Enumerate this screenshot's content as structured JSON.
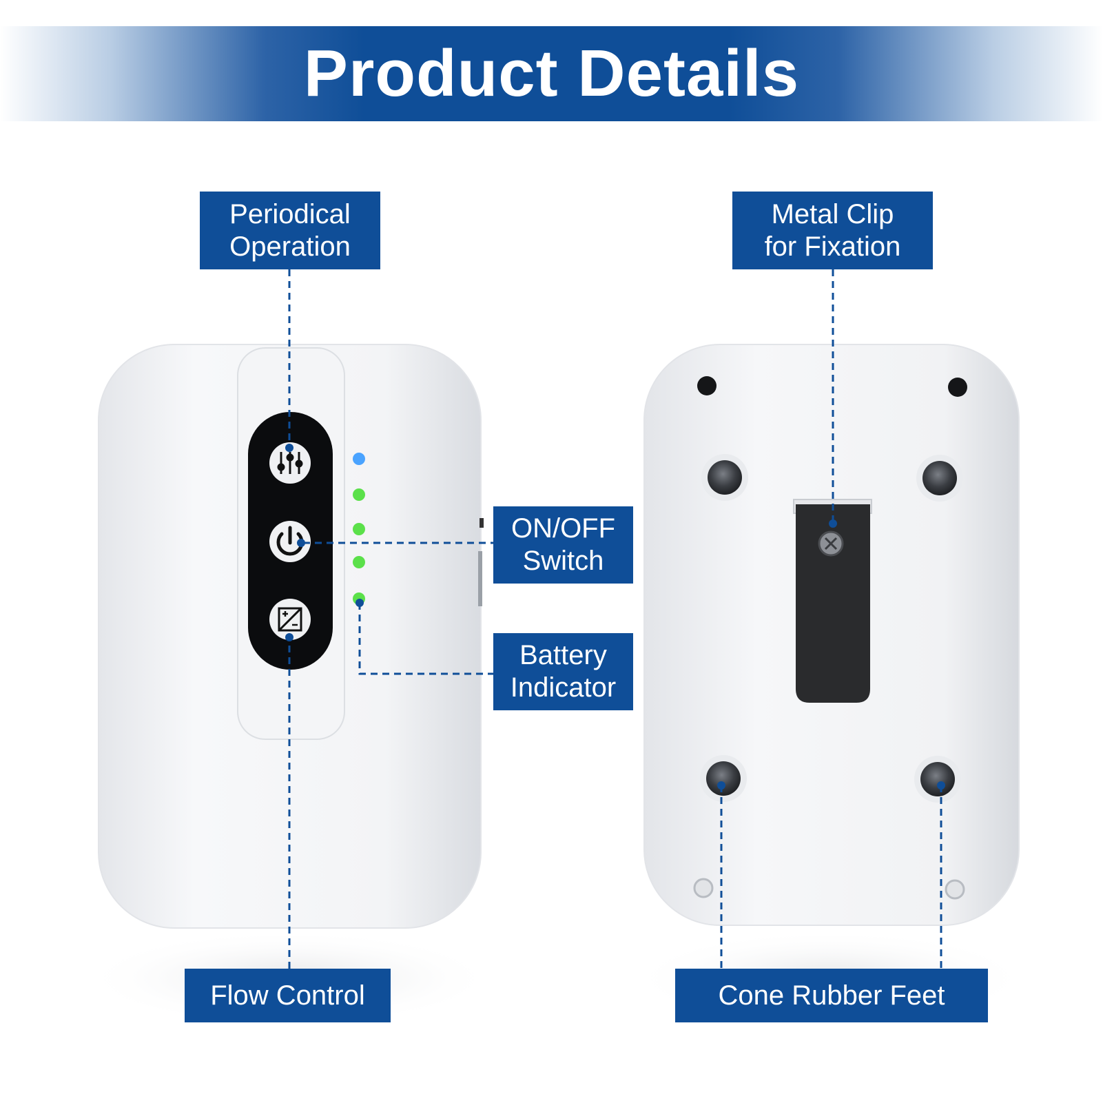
{
  "banner": {
    "title": "Product Details"
  },
  "labels": {
    "periodical": [
      "Periodical",
      "Operation"
    ],
    "metal_clip": [
      "Metal Clip",
      "for Fixation"
    ],
    "on_off": [
      "ON/OFF",
      "Switch"
    ],
    "battery": [
      "Battery",
      "Indicator"
    ],
    "flow_control": "Flow Control",
    "rubber_feet": "Cone Rubber Feet"
  },
  "colors": {
    "brand_blue": "#0f4e98",
    "led_blue": "#4aa3ff",
    "led_green": "#5be04a",
    "device_white": "#f2f3f5",
    "clip_black": "#2a2b2d"
  },
  "battery_leds": {
    "lit": 4,
    "total": 4
  },
  "icons": [
    "sliders-icon",
    "power-icon",
    "flow-icon"
  ]
}
